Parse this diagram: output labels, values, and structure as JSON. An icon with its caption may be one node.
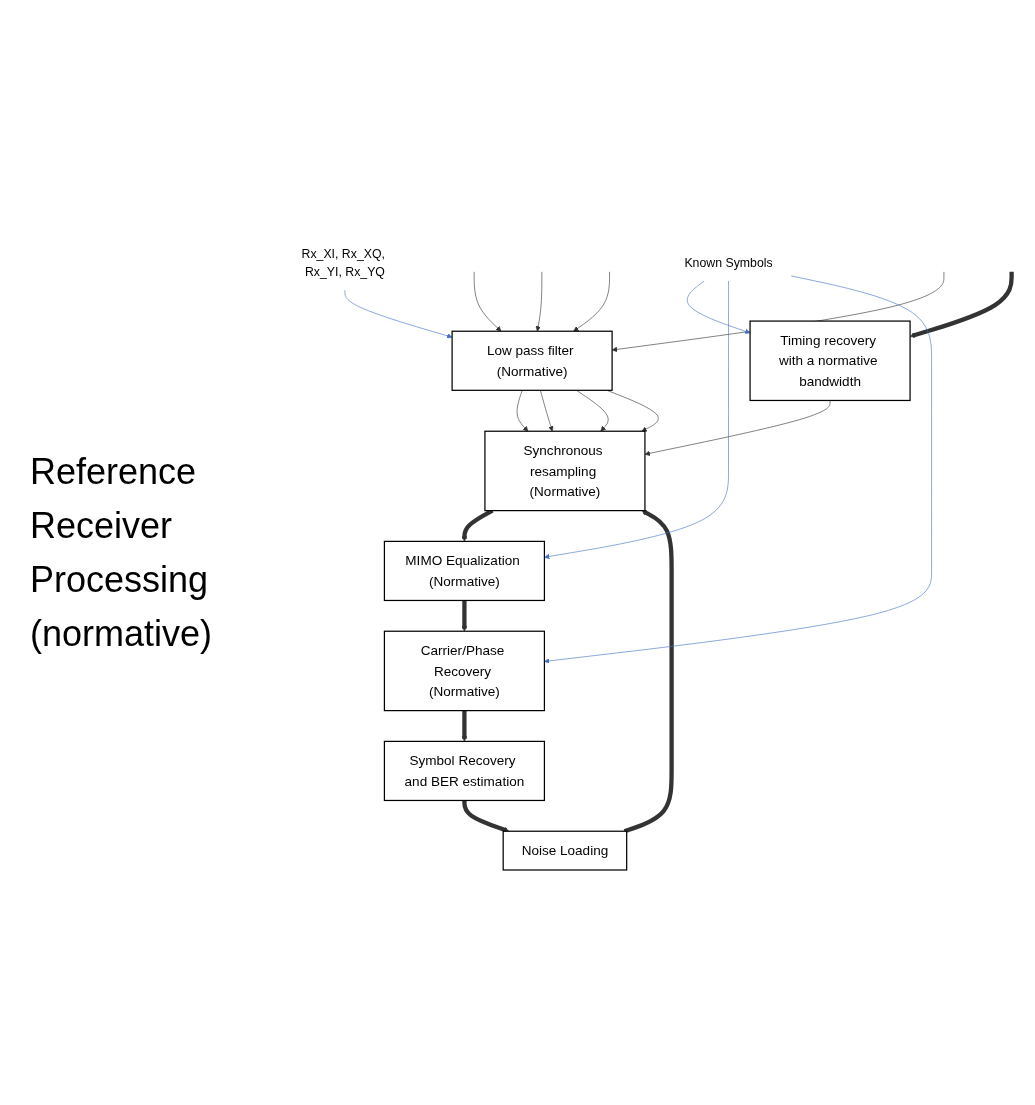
{
  "diagram": {
    "nodes": [
      {
        "text": [
          "Rx_XI, Rx_XQ, Rx_YI, Rx_YQ"
        ]
      },
      {
        "text": [
          "Low pass filter (Normative)"
        ]
      },
      {
        "text": [
          "Noise Loading"
        ]
      },
      {
        "text": [
          "Timing recovery with a normative bandwidth"
        ]
      },
      {
        "text": [
          "Synchronous resampling (Normative)"
        ]
      },
      {
        "text": [
          "MIMO Equalization (Normative)"
        ]
      },
      {
        "text": [
          "Carrier/Phase Recovery (Normative)"
        ]
      },
      {
        "text": [
          "Symbol Recovery and BER estimation"
        ]
      },
      {
        "text": [
          "Known Symbols"
        ]
      }
    ],
    "edges": [
      {
        "from": 0,
        "to": 1,
        "arrow": "to",
        "color": "#4472c4"
      },
      {
        "from": null,
        "to": 1,
        "arrow": "to"
      },
      {
        "from": null,
        "to": 1,
        "arrow": "to"
      },
      {
        "from": null,
        "to": 1,
        "arrow": "to"
      },
      {
        "from": null,
        "to": 1,
        "arrow": "to"
      },
      {
        "from": 1,
        "to": 4,
        "arrow": "to"
      },
      {
        "from": 1,
        "to": 4,
        "arrow": "to"
      },
      {
        "from": 1,
        "to": 4,
        "arrow": "to"
      },
      {
        "from": 1,
        "to": 4,
        "arrow": "to"
      },
      {
        "from": 2,
        "to": 4,
        "arrow": "to",
        "style": "thick"
      },
      {
        "from": null,
        "to": 3,
        "arrow": "to",
        "style": "thick"
      },
      {
        "from": 3,
        "to": 4,
        "arrow": "to"
      },
      {
        "from": 4,
        "to": 5,
        "arrow": "to",
        "style": "thick"
      },
      {
        "from": 5,
        "to": 6,
        "arrow": "to",
        "style": "thick"
      },
      {
        "from": 6,
        "to": 7,
        "arrow": "to",
        "style": "thick"
      },
      {
        "from": 7,
        "to": 2,
        "arrow": "to",
        "style": "thick"
      },
      {
        "from": 8,
        "to": 3,
        "arrow": "to",
        "color": "#4472c4"
      },
      {
        "from": 8,
        "to": 5,
        "arrow": "to",
        "color": "#4472c4"
      },
      {
        "from": 8,
        "to": 6,
        "arrow": "to",
        "color": "#4472c4"
      }
    ],
    "labels": [
      "Reference Receiver Processing (normative)"
    ]
  }
}
